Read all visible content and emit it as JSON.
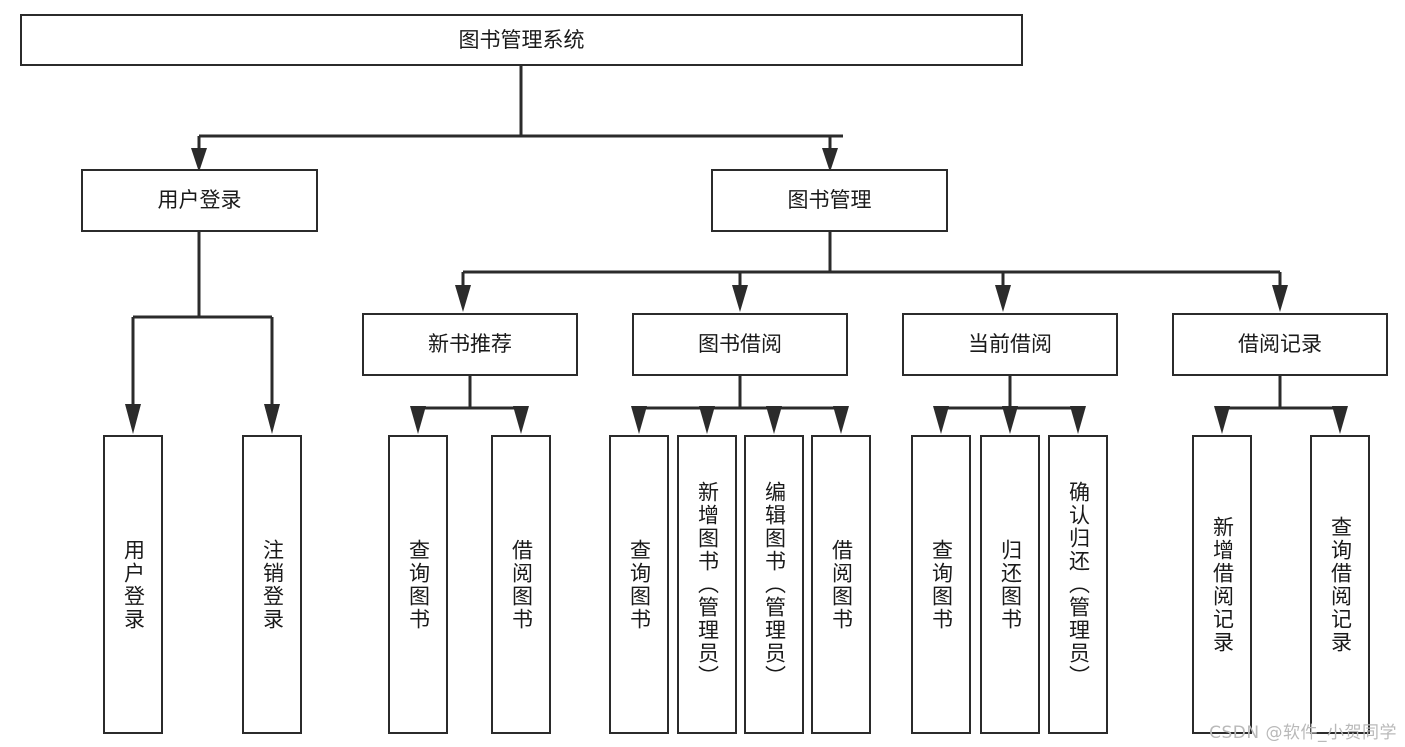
{
  "diagram": {
    "kind": "tree-hierarchy-chart",
    "title": "图书管理系统",
    "watermark": "CSDN @软件_小贺同学",
    "colors": {
      "box_border": "#2b2b2b",
      "box_fill": "#ffffff",
      "connector": "#2b2b2b",
      "text": "#1a1a1a",
      "watermark": "#b9b9b9",
      "background": "#ffffff"
    },
    "root": {
      "label": "图书管理系统"
    },
    "level2": [
      {
        "label": "用户登录"
      },
      {
        "label": "图书管理"
      }
    ],
    "level3": [
      {
        "label": "新书推荐"
      },
      {
        "label": "图书借阅"
      },
      {
        "label": "当前借阅"
      },
      {
        "label": "借阅记录"
      }
    ],
    "leaves": {
      "user_login": [
        {
          "label": "用户登录"
        },
        {
          "label": "注销登录"
        }
      ],
      "new_book_recommend": [
        {
          "label": "查询图书"
        },
        {
          "label": "借阅图书"
        }
      ],
      "book_borrow": [
        {
          "label": "查询图书"
        },
        {
          "label": "新增图书（管理员）"
        },
        {
          "label": "编辑图书（管理员）"
        },
        {
          "label": "借阅图书"
        }
      ],
      "current_borrow": [
        {
          "label": "查询图书"
        },
        {
          "label": "归还图书"
        },
        {
          "label": "确认归还（管理员）"
        }
      ],
      "borrow_record": [
        {
          "label": "新增借阅记录"
        },
        {
          "label": "查询借阅记录"
        }
      ]
    }
  }
}
